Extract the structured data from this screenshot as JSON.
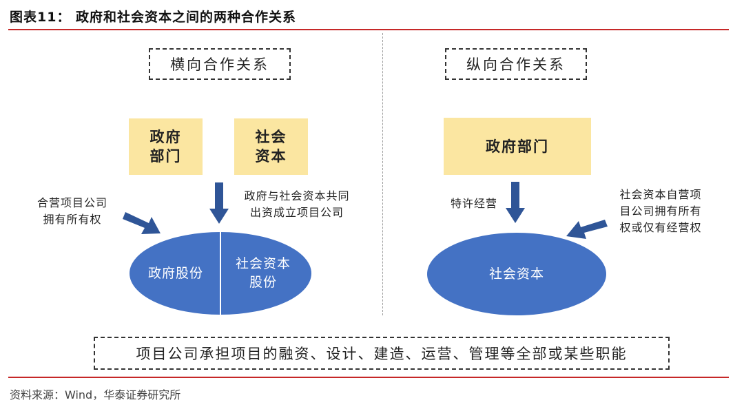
{
  "header": {
    "title": "图表11：  政府和社会资本之间的两种合作关系"
  },
  "left": {
    "heading": "横向合作关系",
    "box1": "政府\n部门",
    "box2": "社会\n资本",
    "note_left": "合营项目公司\n拥有所有权",
    "note_right": "政府与社会资本共同\n出资成立项目公司",
    "ellipse_left": "政府股份",
    "ellipse_right": "社会资本\n股份"
  },
  "right": {
    "heading": "纵向合作关系",
    "box": "政府部门",
    "note_left": "特许经营",
    "note_right": "社会资本自营项\n目公司拥有所有\n权或仅有经营权",
    "ellipse": "社会资本"
  },
  "bottom": {
    "banner": "项目公司承担项目的融资、设计、建造、运营、管理等全部或某些职能"
  },
  "footer": {
    "source": "资料来源：Wind，华泰证券研究所"
  },
  "colors": {
    "accent_red": "#c62828",
    "box_yellow": "#fbe6a1",
    "ellipse_blue": "#4472c4",
    "arrow_blue": "#2f5597"
  }
}
